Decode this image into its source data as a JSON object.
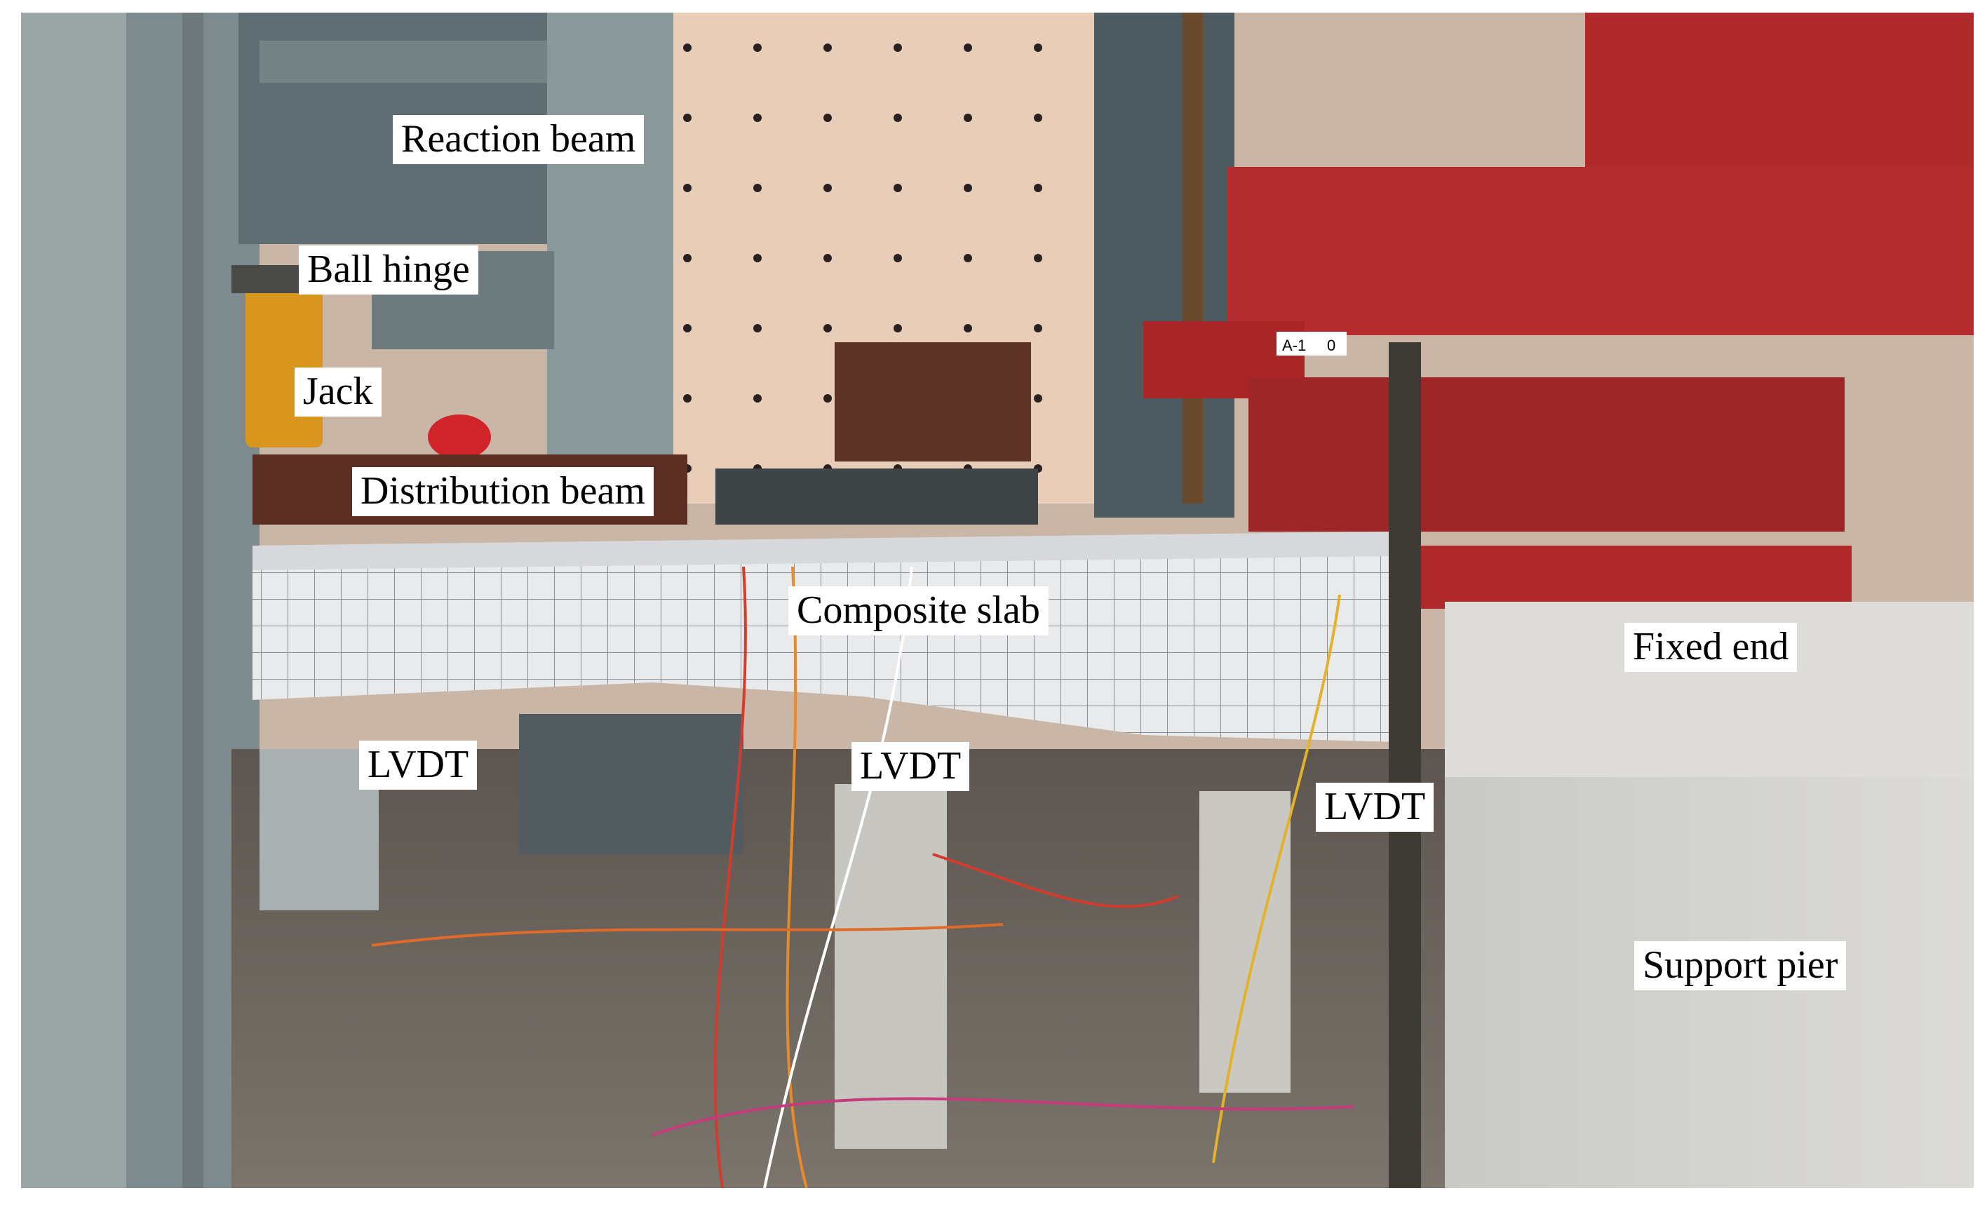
{
  "labels": {
    "reaction_beam": "Reaction beam",
    "ball_hinge": "Ball hinge",
    "jack": "Jack",
    "distribution_beam": "Distribution beam",
    "composite_slab": "Composite slab",
    "fixed_end": "Fixed end",
    "lvdt_left": "LVDT",
    "lvdt_middle": "LVDT",
    "lvdt_right": "LVDT",
    "support_pier": "Support pier",
    "specimen_tag": "A-1",
    "specimen_tag_number": "0"
  },
  "colors": {
    "steel_grey": "#7d8b8e",
    "wall": "#e8cdb8",
    "red_frame": "#b02a2c",
    "concrete": "#e9eaec",
    "floor": "#6b645d"
  }
}
